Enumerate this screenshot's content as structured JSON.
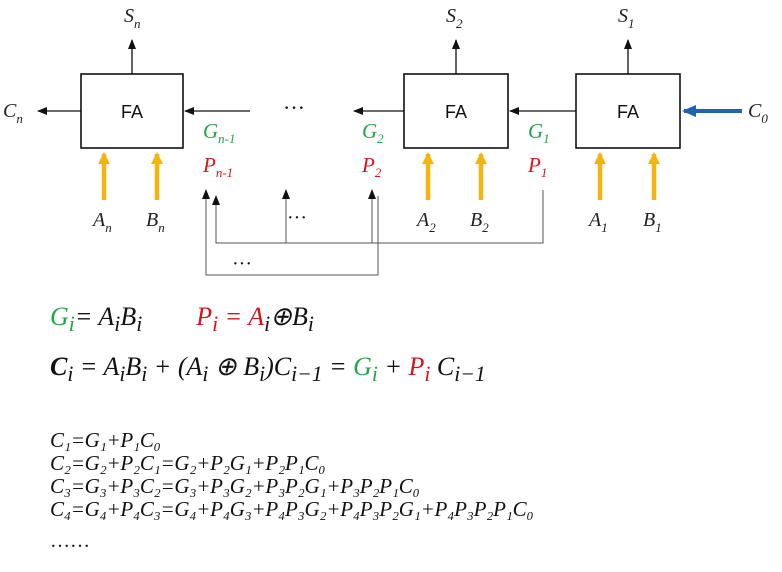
{
  "diagram": {
    "fa_label": "FA",
    "outputs": {
      "sn": "S",
      "sn_sub": "n",
      "s2": "S",
      "s2_sub": "2",
      "s1": "S",
      "s1_sub": "1"
    },
    "carries": {
      "cn": "C",
      "cn_sub": "n",
      "c0": "C",
      "c0_sub": "0"
    },
    "inputs": {
      "an": "A",
      "an_sub": "n",
      "bn": "B",
      "bn_sub": "n",
      "a2": "A",
      "a2_sub": "2",
      "b2": "B",
      "b2_sub": "2",
      "a1": "A",
      "a1_sub": "1",
      "b1": "B",
      "b1_sub": "1"
    },
    "gp": {
      "g_n1": "G",
      "g_n1_sub": "n-1",
      "p_n1": "P",
      "p_n1_sub": "n-1",
      "g2": "G",
      "g2_sub": "2",
      "p2": "P",
      "p2_sub": "2",
      "g1": "G",
      "g1_sub": "1",
      "p1": "P",
      "p1_sub": "1"
    },
    "ellipsis": "···",
    "colors": {
      "generate": "#1fa64a",
      "propagate": "#d4141c",
      "operand_arrow": "#f5b50e",
      "carry_in_arrow": "#1f64b0"
    }
  },
  "formulas": {
    "gi": {
      "g": "G",
      "sub": "i",
      "eq": "= A",
      "a_sub": "i",
      "b": "B",
      "b_sub": "i"
    },
    "pi": {
      "p": "P",
      "sub": "i",
      "eq": " = A",
      "a_sub": "i",
      "xor": "⊕",
      "b": "B",
      "b_sub": "i"
    },
    "ci": {
      "lhs": "C",
      "lhs_sub": "i",
      "part1": " = A",
      "part1_a_sub": "i",
      "part1_b": "B",
      "part1_b_sub": "i",
      "part2": " + (A",
      "part2_a_sub": "i",
      "part2_xor": " ⊕ B",
      "part2_b_sub": "i",
      "part2_close": ")C",
      "prev_sub": "i−1",
      "eq2": " = ",
      "g": "G",
      "g_sub": "i",
      "plus": " + ",
      "p": "P",
      "p_sub": "i",
      "c": " C",
      "c_sub": "i−1"
    }
  },
  "carry_lines": [
    "C₁=G₁+P₁C₀",
    "C₂=G₂+P₂C₁=G₂+P₂G₁+P₂P₁C₀",
    "C₃=G₃+P₃C₂=G₃+P₃G₂+P₃P₂G₁+P₃P₂P₁C₀",
    "C₄=G₄+P₄C₃=G₄+P₄G₃+P₄P₃G₂+P₄P₃P₂G₁+P₄P₃P₂P₁C₀"
  ],
  "trailing_dots": "……"
}
